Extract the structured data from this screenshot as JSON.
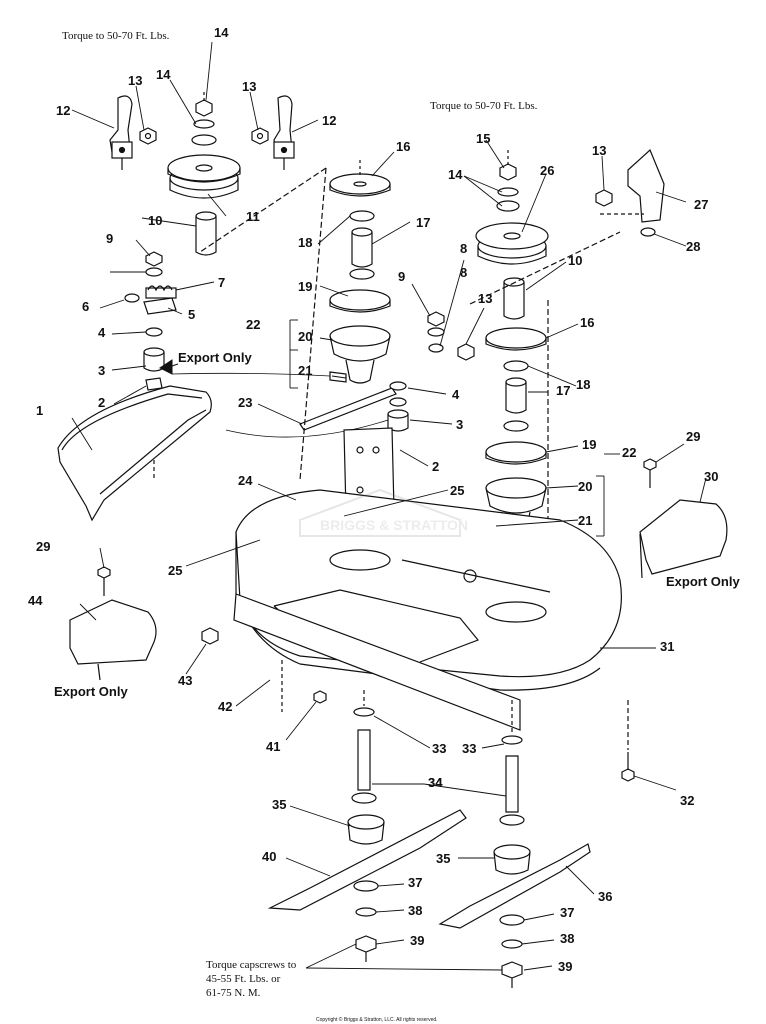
{
  "notes": {
    "torque_top_left": "Torque to 50-70 Ft. Lbs.",
    "torque_top_right": "Torque to 50-70 Ft. Lbs.",
    "torque_bottom": [
      "Torque capscrews to",
      "45-55 Ft. Lbs. or",
      "61-75 N. M."
    ]
  },
  "export_labels": [
    "Export Only",
    "Export Only",
    "Export Only"
  ],
  "copyright": "Copyright © Briggs & Stratton, LLC. All rights reserved.",
  "watermark": "BRIGGS & STRATTON",
  "callouts": [
    "14",
    "13",
    "14",
    "12",
    "13",
    "12",
    "16",
    "15",
    "14",
    "26",
    "13",
    "27",
    "10",
    "11",
    "9",
    "17",
    "18",
    "8",
    "7",
    "28",
    "10",
    "6",
    "5",
    "19",
    "9",
    "8",
    "13",
    "16",
    "4",
    "22",
    "20",
    "3",
    "21",
    "18",
    "17",
    "2",
    "23",
    "3",
    "4",
    "29",
    "19",
    "1",
    "2",
    "22",
    "30",
    "24",
    "25",
    "20",
    "25",
    "21",
    "29",
    "44",
    "31",
    "43",
    "42",
    "41",
    "33",
    "33",
    "34",
    "32",
    "35",
    "34",
    "40",
    "35",
    "36",
    "37",
    "38",
    "37",
    "39",
    "38",
    "39"
  ]
}
